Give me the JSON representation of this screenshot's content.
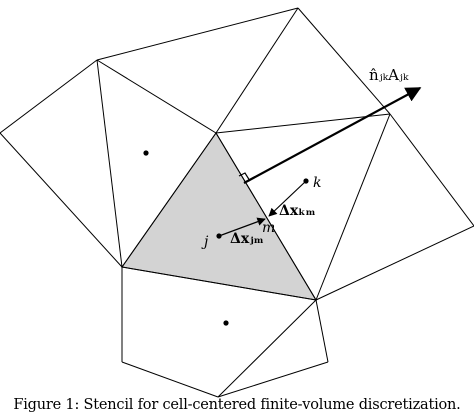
{
  "labels": {
    "normal_area": "n̂ⱼₖAⱼₖ",
    "k": "k",
    "j": "j",
    "m": "m",
    "dx_km": "Δxₖₘ",
    "dx_jm": "Δxⱼₘ"
  },
  "caption": "Figure 1: Stencil for cell-centered finite-volume discretization."
}
